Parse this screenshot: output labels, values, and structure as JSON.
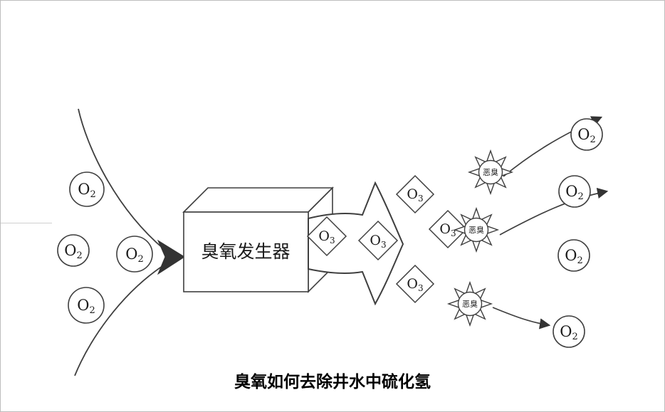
{
  "diagram": {
    "caption": "臭氧如何去除井水中硫化氢",
    "generator_label": "臭氧发生器",
    "odor_label": "恶臭",
    "molecules": {
      "oxygen_symbol": "O",
      "oxygen_subscript": "2",
      "ozone_symbol": "O",
      "ozone_subscript": "3"
    },
    "colors": {
      "background": "#ffffff",
      "line": "#3f3f3f",
      "text": "#1a1a1a",
      "border": "#bdbdbd"
    }
  }
}
